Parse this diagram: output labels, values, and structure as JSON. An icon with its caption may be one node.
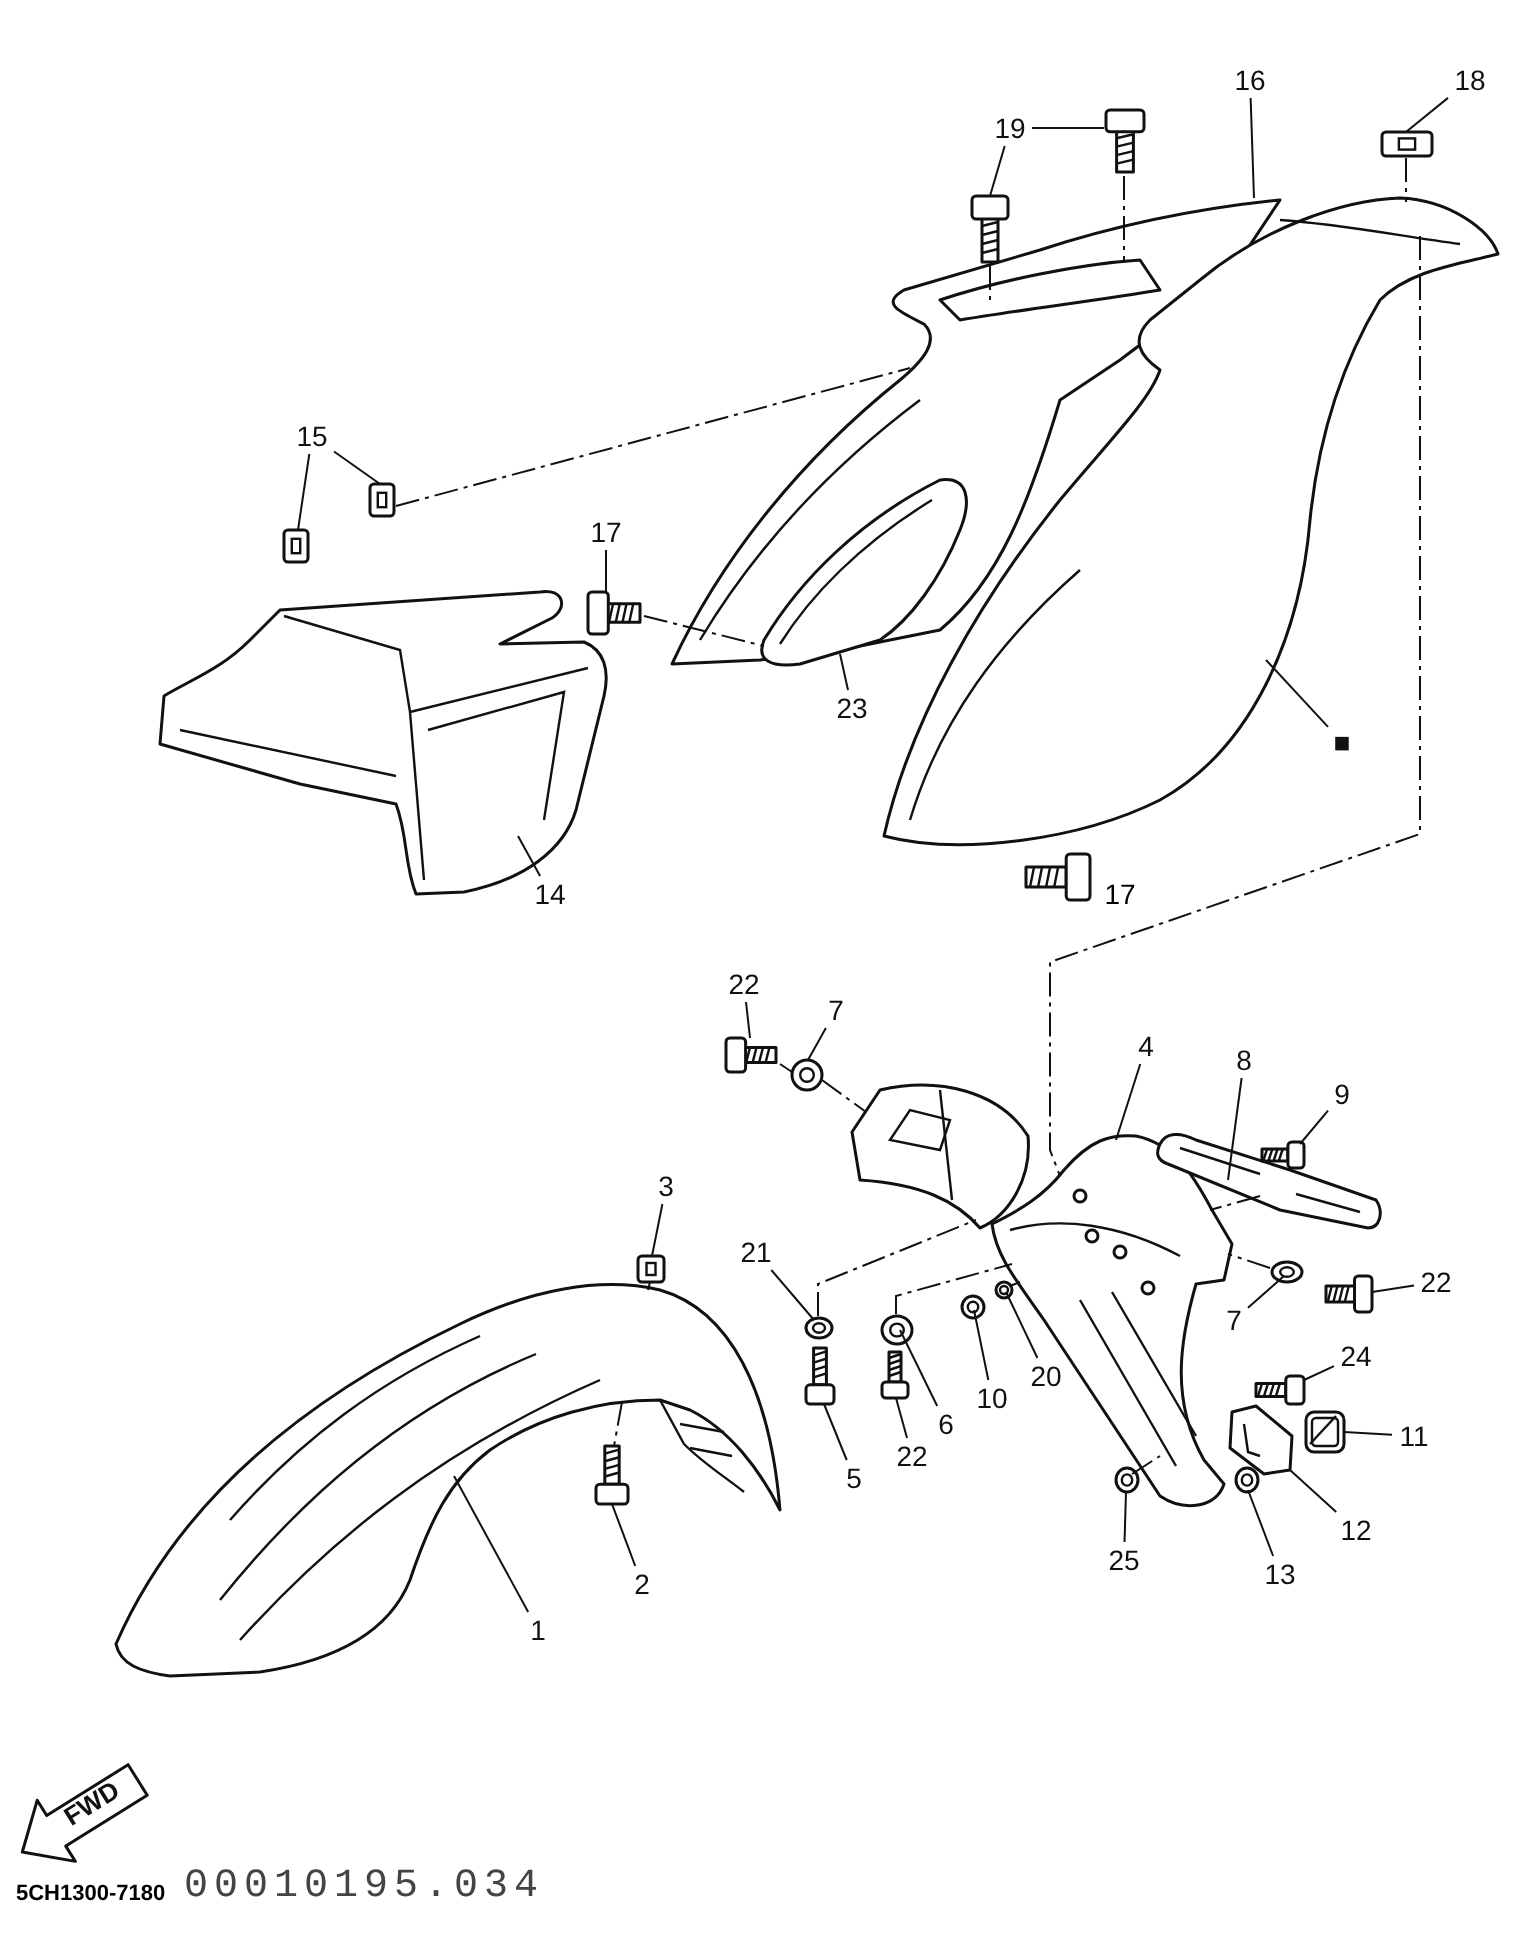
{
  "diagram": {
    "nodes": [
      {
        "text": [
          "16"
        ]
      },
      {
        "text": [
          "18"
        ]
      },
      {
        "text": [
          "19"
        ]
      },
      {
        "text": [
          "15"
        ]
      },
      {
        "text": [
          "17"
        ]
      },
      {
        "text": [
          "23"
        ]
      },
      {
        "text": [
          "■"
        ]
      },
      {
        "text": [
          "14"
        ]
      },
      {
        "text": [
          "22"
        ]
      },
      {
        "text": [
          "7"
        ]
      },
      {
        "text": [
          "4"
        ]
      },
      {
        "text": [
          "8"
        ]
      },
      {
        "text": [
          "9"
        ]
      },
      {
        "text": [
          "3"
        ]
      },
      {
        "text": [
          "21"
        ]
      },
      {
        "text": [
          "22"
        ]
      },
      {
        "text": [
          "7"
        ]
      },
      {
        "text": [
          "24"
        ]
      },
      {
        "text": [
          "20"
        ]
      },
      {
        "text": [
          "10"
        ]
      },
      {
        "text": [
          "6"
        ]
      },
      {
        "text": [
          "11"
        ]
      },
      {
        "text": [
          "22"
        ]
      },
      {
        "text": [
          "5"
        ]
      },
      {
        "text": [
          "12"
        ]
      },
      {
        "text": [
          "13"
        ]
      },
      {
        "text": [
          "25"
        ]
      },
      {
        "text": [
          "2"
        ]
      },
      {
        "text": [
          "1"
        ]
      },
      {
        "text": [],
        "shape": "picture"
      },
      {
        "text": [],
        "shape": "picture"
      },
      {
        "text": [],
        "shape": "picture"
      },
      {
        "text": [],
        "shape": "picture"
      },
      {
        "text": [],
        "shape": "picture"
      },
      {
        "text": [],
        "shape": "picture"
      },
      {
        "text": [],
        "shape": "picture"
      },
      {
        "text": [],
        "shape": "picture"
      },
      {
        "text": [],
        "shape": "picture"
      },
      {
        "text": [],
        "shape": "picture"
      },
      {
        "text": [],
        "shape": "picture"
      },
      {
        "text": [],
        "shape": "picture"
      },
      {
        "text": [],
        "shape": "picture"
      },
      {
        "text": [],
        "shape": "picture"
      },
      {
        "text": [],
        "shape": "picture"
      },
      {
        "text": [],
        "shape": "picture"
      },
      {
        "text": [],
        "shape": "picture"
      },
      {
        "text": [],
        "shape": "picture"
      },
      {
        "text": [],
        "shape": "picture"
      },
      {
        "text": [],
        "shape": "picture"
      },
      {
        "text": [],
        "shape": "picture"
      },
      {
        "text": [],
        "shape": "picture"
      },
      {
        "text": [],
        "shape": "picture"
      },
      {
        "text": [],
        "shape": "picture"
      },
      {
        "text": [],
        "shape": "picture"
      },
      {
        "text": [],
        "shape": "picture"
      },
      {
        "text": [],
        "shape": "picture"
      },
      {
        "text": [],
        "shape": "picture"
      },
      {
        "text": [],
        "shape": "picture"
      },
      {
        "text": [],
        "shape": "picture"
      },
      {
        "text": [],
        "shape": "picture"
      },
      {
        "text": [],
        "shape": "picture",
        "beside": [
          "17"
        ]
      }
    ],
    "edges": [
      {
        "from": 0,
        "to": 29,
        "arrow": "none"
      },
      {
        "from": 1,
        "to": 30,
        "arrow": "none"
      },
      {
        "from": 2,
        "to": 32,
        "arrow": "none"
      },
      {
        "from": 2,
        "to": 31,
        "arrow": "none"
      },
      {
        "from": 3,
        "to": 33,
        "arrow": "none"
      },
      {
        "from": 3,
        "to": 34,
        "arrow": "none"
      },
      {
        "from": 4,
        "to": 35,
        "arrow": "none"
      },
      {
        "from": 5,
        "to": 36,
        "arrow": "none"
      },
      {
        "from": 6,
        "to": 29,
        "arrow": "none"
      },
      {
        "from": 7,
        "to": 37,
        "arrow": "none"
      },
      {
        "from": 8,
        "to": 38,
        "arrow": "none"
      },
      {
        "from": 9,
        "to": 39,
        "arrow": "none"
      },
      {
        "from": 10,
        "to": 40,
        "arrow": "none"
      },
      {
        "from": 11,
        "to": 41,
        "arrow": "none"
      },
      {
        "from": 12,
        "to": 42,
        "arrow": "none"
      },
      {
        "from": 13,
        "to": 43,
        "arrow": "none"
      },
      {
        "from": 14,
        "to": 44,
        "arrow": "none"
      },
      {
        "from": 15,
        "to": 45,
        "arrow": "none"
      },
      {
        "from": 16,
        "to": 46,
        "arrow": "none"
      },
      {
        "from": 17,
        "to": 47,
        "arrow": "none"
      },
      {
        "from": 18,
        "to": 48,
        "arrow": "none"
      },
      {
        "from": 19,
        "to": 49,
        "arrow": "none"
      },
      {
        "from": 20,
        "to": 50,
        "arrow": "none"
      },
      {
        "from": 21,
        "to": 51,
        "arrow": "none"
      },
      {
        "from": 22,
        "to": 52,
        "arrow": "none"
      },
      {
        "from": 23,
        "to": 53,
        "arrow": "none"
      },
      {
        "from": 24,
        "to": 54,
        "arrow": "none"
      },
      {
        "from": 25,
        "to": 55,
        "arrow": "none"
      },
      {
        "from": 26,
        "to": 56,
        "arrow": "none"
      },
      {
        "from": 27,
        "to": 57,
        "arrow": "none"
      },
      {
        "from": 28,
        "to": 58,
        "arrow": "none"
      },
      {
        "from": 34,
        "to": 29,
        "arrow": "none",
        "style": "dashed"
      },
      {
        "from": 35,
        "to": 36,
        "arrow": "none",
        "style": "dashed"
      },
      {
        "from": 30,
        "to": 29,
        "arrow": "none",
        "style": "dashed"
      },
      {
        "from": 32,
        "to": 29,
        "arrow": "none",
        "style": "dashed"
      },
      {
        "from": 31,
        "to": 29,
        "arrow": "none",
        "style": "dashed"
      },
      {
        "from": 29,
        "to": 40,
        "arrow": "none",
        "style": "dashed"
      },
      {
        "from": 38,
        "to": 39,
        "arrow": "none",
        "style": "dashed"
      },
      {
        "from": 39,
        "to": 59,
        "arrow": "none",
        "style": "dashed"
      },
      {
        "from": 44,
        "to": 59,
        "arrow": "none",
        "style": "dashed"
      },
      {
        "from": 50,
        "to": 40,
        "arrow": "none",
        "style": "dashed"
      },
      {
        "from": 46,
        "to": 40,
        "arrow": "none",
        "style": "dashed"
      },
      {
        "from": 41,
        "to": 40,
        "arrow": "none",
        "style": "dashed"
      },
      {
        "from": 56,
        "to": 40,
        "arrow": "none",
        "style": "dashed"
      },
      {
        "from": 43,
        "to": 58,
        "arrow": "none",
        "style": "dashed"
      },
      {
        "from": 48,
        "to": 40,
        "arrow": "none",
        "style": "dashed"
      },
      {
        "from": 58,
        "to": 57,
        "arrow": "none",
        "style": "dashed"
      }
    ],
    "labels": [
      "FWD",
      "5CH1300-7180",
      "00010195.034"
    ]
  }
}
